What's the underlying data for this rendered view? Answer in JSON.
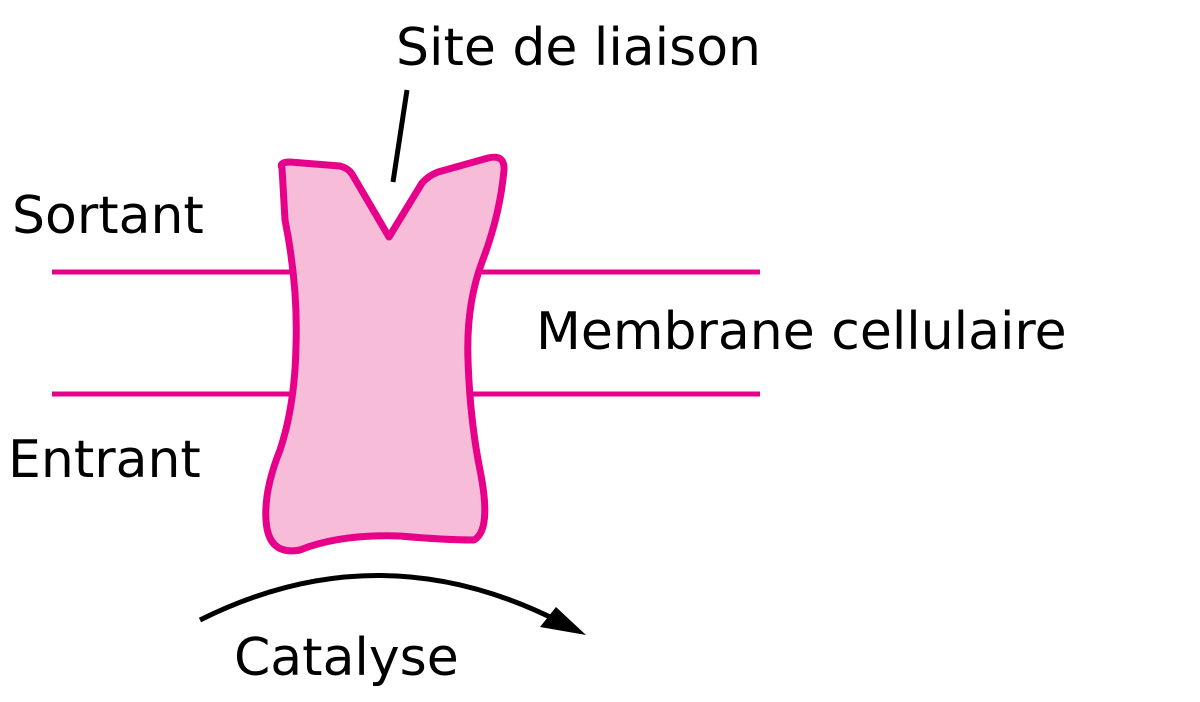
{
  "labels": {
    "binding_site": "Site de liaison",
    "outside": "Sortant",
    "inside": "Entrant",
    "membrane": "Membrane cellulaire",
    "catalysis": "Catalyse"
  },
  "colors": {
    "protein_fill": "#f7bcd8",
    "protein_stroke": "#e6008a",
    "membrane_line": "#e6008a",
    "text": "#000000"
  }
}
